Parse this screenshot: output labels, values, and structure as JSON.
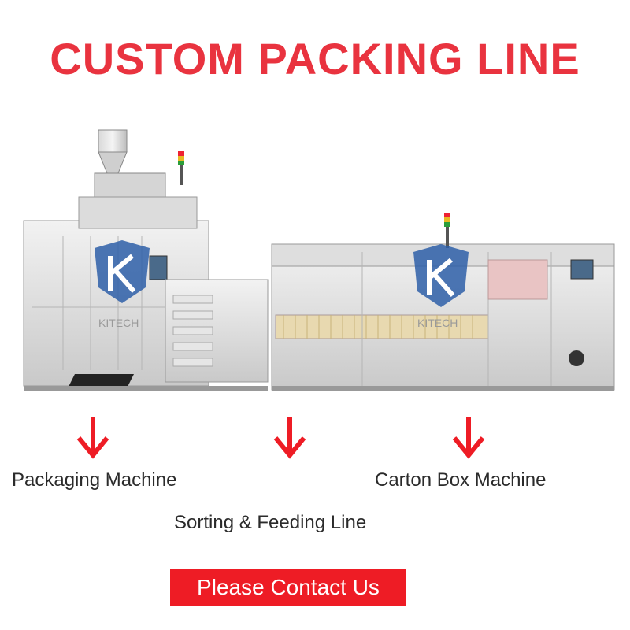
{
  "header": {
    "title": "CUSTOM PACKING LINE"
  },
  "illustration": {
    "watermark_left": "KITECH",
    "watermark_right": "KITECH"
  },
  "labels": {
    "packaging_machine": "Packaging Machine",
    "sorting_feeding_line": "Sorting & Feeding Line",
    "carton_box_machine": "Carton Box Machine"
  },
  "cta": {
    "label": "Please Contact Us"
  },
  "colors": {
    "accent": "#e9333f",
    "arrow": "#ee1c25",
    "button": "#ee1c25"
  }
}
